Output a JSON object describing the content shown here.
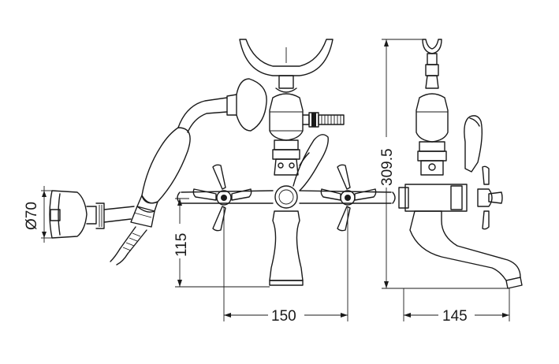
{
  "dimensions": {
    "shower_head_diameter": "Ø70",
    "spout_height": "115",
    "inlet_spacing": "150",
    "total_height": "309.5",
    "projection": "145"
  }
}
